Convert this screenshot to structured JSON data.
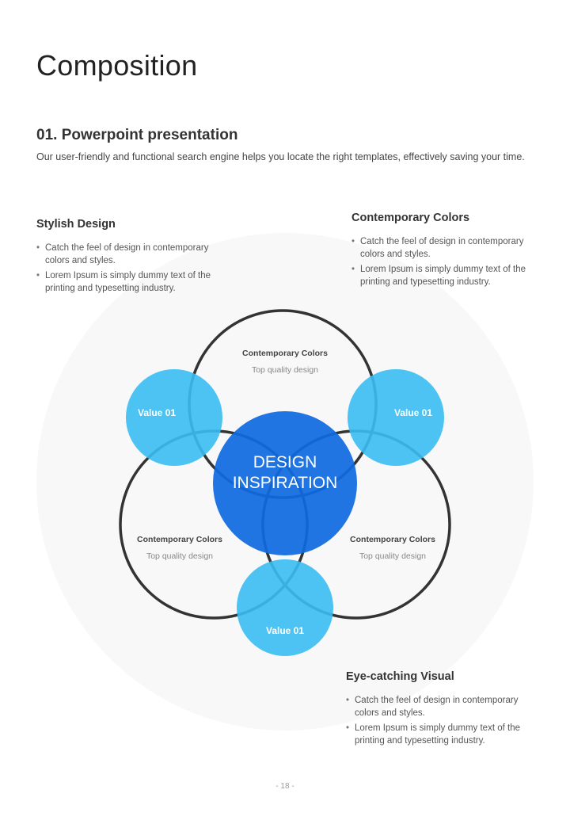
{
  "title": "Composition",
  "section": {
    "heading": "01. Powerpoint  presentation",
    "intro": "Our user-friendly and functional search engine helps you locate the right templates, effectively saving your time."
  },
  "blocks": [
    {
      "title": "Stylish Design",
      "bullets": [
        "Catch the feel of design in contemporary colors and styles.",
        "Lorem Ipsum is simply dummy text of the printing and typesetting industry."
      ]
    },
    {
      "title": "Contemporary Colors",
      "bullets": [
        "Catch the feel of design in contemporary colors and styles.",
        "Lorem Ipsum is simply dummy text of the printing and typesetting industry."
      ]
    },
    {
      "title": "Eye-catching Visual",
      "bullets": [
        "Catch the feel of design in contemporary colors and styles.",
        "Lorem Ipsum is simply dummy text of the printing and typesetting industry."
      ]
    }
  ],
  "diagram": {
    "center": {
      "line1": "DESIGN",
      "line2": "INSPIRATION"
    },
    "rings": [
      {
        "title": "Contemporary Colors",
        "sub": "Top quality design"
      },
      {
        "title": "Contemporary Colors",
        "sub": "Top quality design"
      },
      {
        "title": "Contemporary Colors",
        "sub": "Top quality design"
      }
    ],
    "values": [
      "Value 01",
      "Value 01",
      "Value 01"
    ],
    "colors": {
      "center": "#0f6ae0",
      "value": "#38bdf2",
      "ring": "#333333",
      "background": "#f8f8f8"
    }
  },
  "page_number": "-  18  -"
}
